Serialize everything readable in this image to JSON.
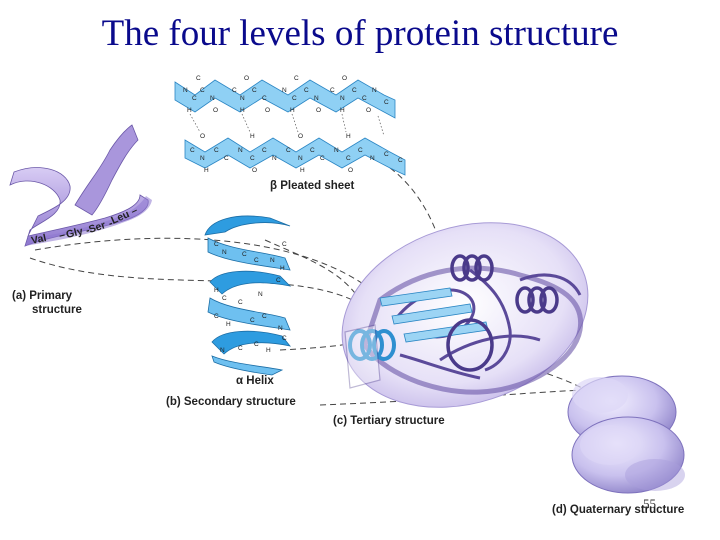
{
  "title": "The four levels of protein structure",
  "labels": {
    "primary_line1": "(a) Primary",
    "primary_line2": "structure",
    "pleated_sheet": "β Pleated sheet",
    "helix": "α Helix",
    "secondary": "(b) Secondary structure",
    "tertiary": "(c) Tertiary structure",
    "quaternary": "(d) Quaternary structure"
  },
  "primary_sequence": [
    "Val",
    "Gly",
    "Ser",
    "Leu"
  ],
  "page_number": "55",
  "colors": {
    "title": "#0a0a8c",
    "ribbon": "#b4a2e0",
    "sheet": "#7ec8f0",
    "helix": "#3aa7e6",
    "quaternary": "#c9c1ee"
  }
}
